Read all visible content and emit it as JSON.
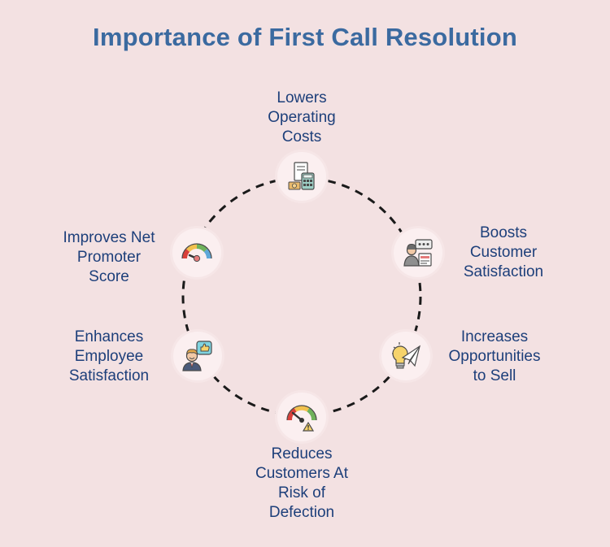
{
  "title": "Importance of First Call Resolution",
  "items": [
    {
      "lines": [
        "Lowers",
        "Operating",
        "Costs"
      ],
      "icon": "calculator-icon"
    },
    {
      "lines": [
        "Boosts",
        "Customer",
        "Satisfaction"
      ],
      "icon": "customer-feedback-icon"
    },
    {
      "lines": [
        "Increases",
        "Opportunities",
        "to Sell"
      ],
      "icon": "lightbulb-paper-plane-icon"
    },
    {
      "lines": [
        "Reduces",
        "Customers At",
        "Risk of",
        "Defection"
      ],
      "icon": "risk-gauge-icon"
    },
    {
      "lines": [
        "Enhances",
        "Employee",
        "Satisfaction"
      ],
      "icon": "employee-thumbs-up-icon"
    },
    {
      "lines": [
        "Improves Net",
        "Promoter",
        "Score"
      ],
      "icon": "nps-gauge-icon"
    }
  ],
  "colors": {
    "background": "#f3e1e2",
    "title": "#3b6aa0",
    "label": "#1d3f7a",
    "ring": "#1a1a1a"
  }
}
